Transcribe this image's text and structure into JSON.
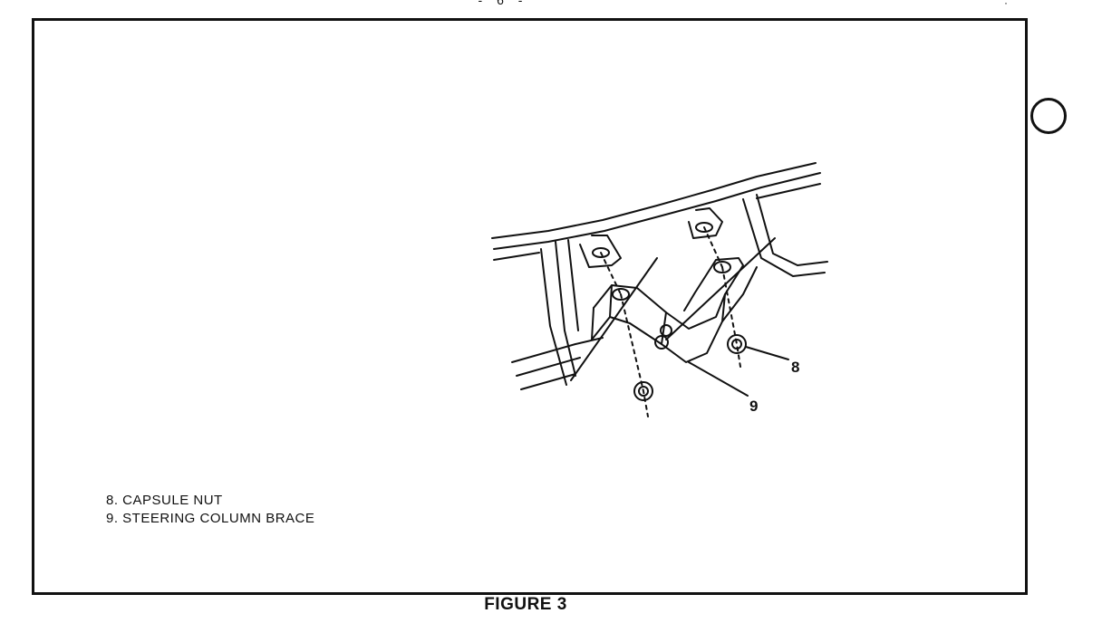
{
  "page": {
    "number": "- 6 -"
  },
  "figure": {
    "caption": "FIGURE 3",
    "callouts": [
      {
        "id": "8",
        "label": "8"
      },
      {
        "id": "9",
        "label": "9"
      }
    ],
    "legend": [
      "8. CAPSULE NUT",
      "9. STEERING COLUMN BRACE"
    ]
  },
  "icons": {
    "punch_hole": "binder-hole-icon",
    "illustration": "steering-column-brace-diagram"
  }
}
